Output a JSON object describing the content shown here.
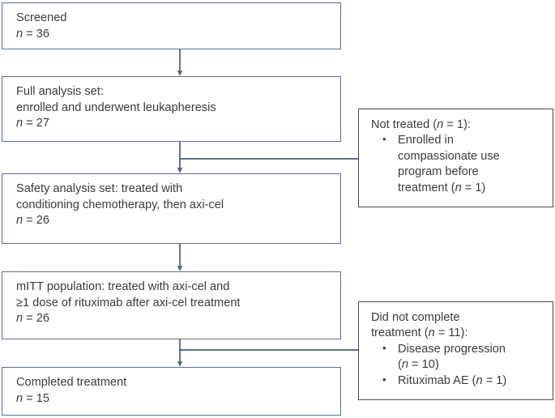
{
  "diagram": {
    "type": "consort-flow-diagram",
    "stroke_color": "#5d6e8d",
    "side_stroke_color": "#4a4a4a",
    "text_color": "#3b3b3b",
    "background": "#ffffff",
    "nodes": [
      {
        "id": "screened",
        "lines": [
          "Screened"
        ],
        "count_label": "n",
        "count_value": "36",
        "count_text": "n = 36"
      },
      {
        "id": "full-analysis-set",
        "lines": [
          "Full analysis set:",
          "enrolled and underwent leukapheresis"
        ],
        "count_label": "n",
        "count_value": "27",
        "count_text": "n = 27"
      },
      {
        "id": "safety-analysis-set",
        "lines": [
          "Safety analysis set: treated with",
          "conditioning chemotherapy, then axi-cel"
        ],
        "count_label": "n",
        "count_value": "26",
        "count_text": "n = 26"
      },
      {
        "id": "mitt-population",
        "lines": [
          "mITT population: treated with axi-cel and",
          "≥1 dose of rituximab after axi-cel treatment"
        ],
        "count_label": "n",
        "count_value": "26",
        "count_text": "n = 26"
      },
      {
        "id": "completed-treatment",
        "lines": [
          "Completed treatment"
        ],
        "count_label": "n",
        "count_value": "15",
        "count_text": "n = 15"
      }
    ],
    "side_nodes": [
      {
        "id": "not-treated",
        "heading_pre": "Not treated (",
        "heading_italic": "n",
        "heading_post": " = 1):",
        "heading_text": "Not treated (n = 1):",
        "bullets": [
          {
            "sublines": [
              "Enrolled in",
              "compassionate use",
              "program before"
            ],
            "tail_pre": "treatment (",
            "tail_italic": "n",
            "tail_post": " = 1)",
            "tail_text": "treatment (n = 1)"
          }
        ]
      },
      {
        "id": "did-not-complete",
        "heading_pre": "Did not complete",
        "heading_line2_pre": "treatment (",
        "heading_italic": "n",
        "heading_post": " = 11):",
        "heading_text": "Did not complete treatment (n = 11):",
        "bullets": [
          {
            "sublines": [
              "Disease progression"
            ],
            "tail_pre": "(",
            "tail_italic": "n",
            "tail_post": " = 10)",
            "tail_text": "(n = 10)"
          },
          {
            "sublines": [],
            "tail_pre": "Rituximab AE (",
            "tail_italic": "n",
            "tail_post": " = 1)",
            "tail_text": "Rituximab AE (n = 1)"
          }
        ]
      }
    ]
  }
}
